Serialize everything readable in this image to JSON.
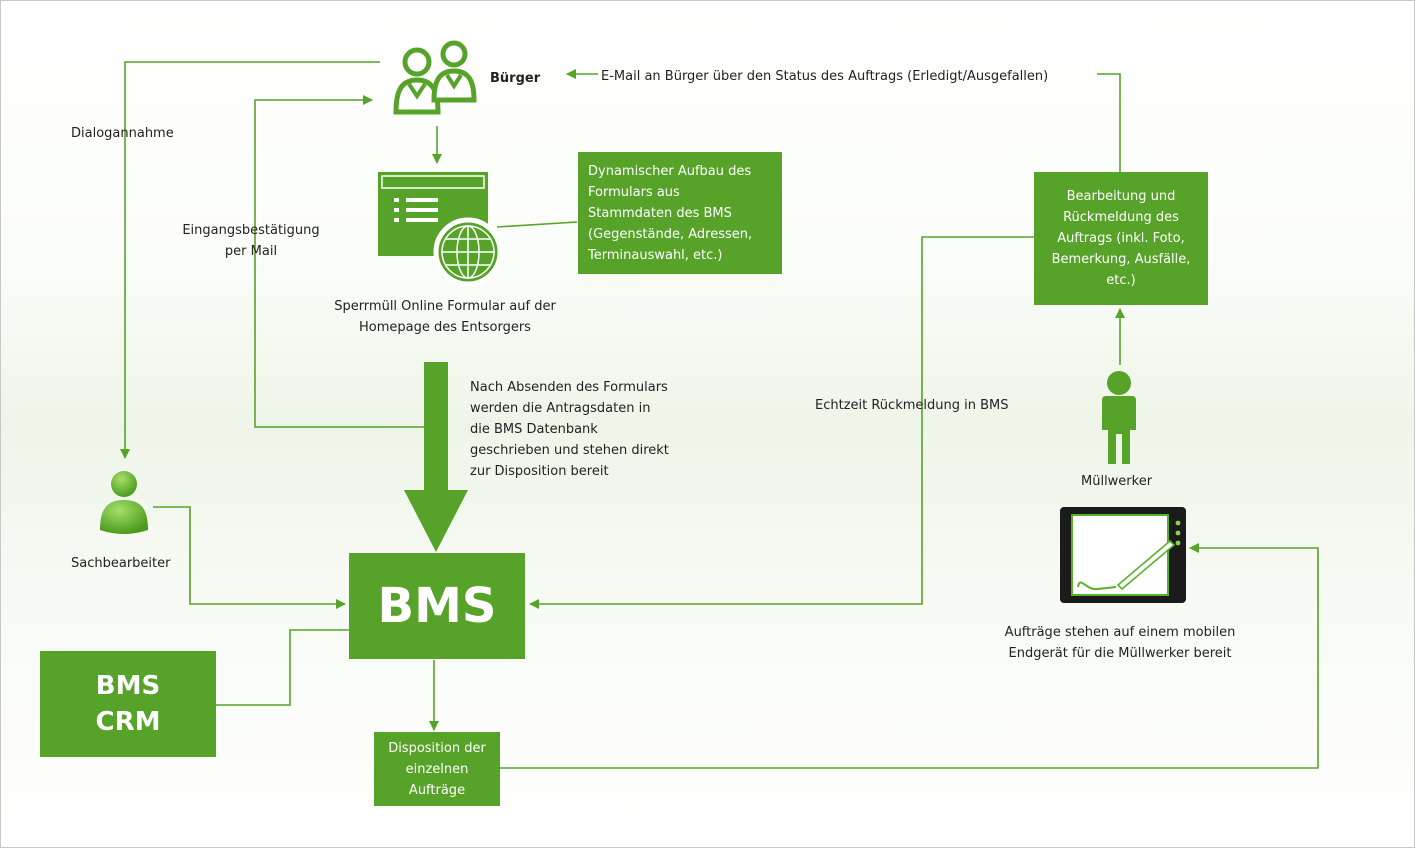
{
  "diagram": {
    "nodes": {
      "buerger": "Bürger",
      "email_status": "E-Mail an Bürger über den Status des Auftrags (Erledigt/Ausgefallen)",
      "dialogannahme": "Dialogannahme",
      "eingang": "Eingangsbestätigung\nper Mail",
      "form_info": "Dynamischer Aufbau des\nFormulars aus\nStammdaten des BMS\n(Gegenstände, Adressen,\nTerminauswahl, etc.)",
      "formular": "Sperrmüll Online Formular auf der\nHomepage des Entsorgers",
      "absenden": "Nach Absenden des Formulars\nwerden die Antragsdaten in\ndie BMS Datenbank\ngeschrieben und stehen direkt\nzur Disposition bereit",
      "bearbeitung": "Bearbeitung und\nRückmeldung des\nAuftrags (inkl. Foto,\nBemerkung, Ausfälle,\netc.)",
      "echtzeit": "Echtzeit Rückmeldung in BMS",
      "muellwerker": "Müllwerker",
      "sachbearbeiter": "Sachbearbeiter",
      "bms": "BMS",
      "crm": "BMS\nCRM",
      "disposition": "Disposition der\neinzelnen\nAufträge",
      "mobil": "Aufträge stehen auf einem mobilen\nEndgerät für die Müllwerker bereit"
    },
    "colors": {
      "green": "#57a32a",
      "light_green": "#8dd04a",
      "icon_dark": "#3e8f1d"
    },
    "icons": [
      "two-users-icon",
      "web-form-globe-icon",
      "user-icon",
      "worker-icon",
      "tablet-pen-icon"
    ]
  }
}
